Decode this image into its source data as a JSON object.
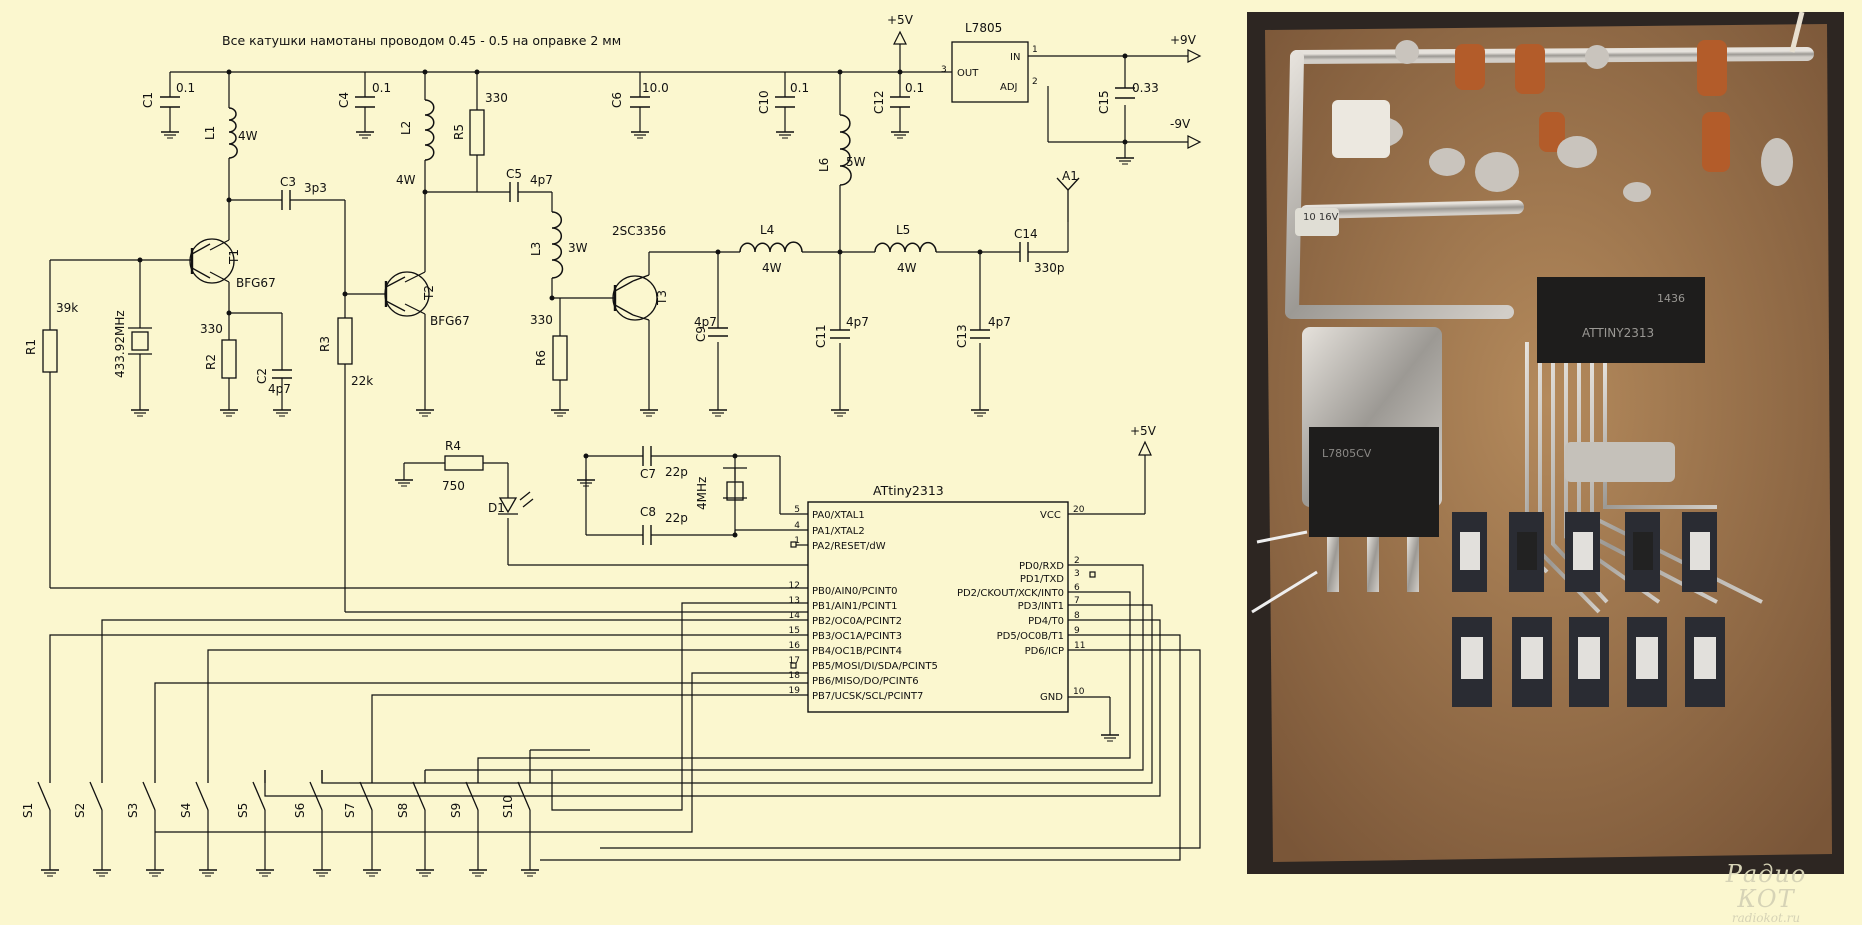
{
  "diagram": {
    "note": "Все катушки намотаны проводом 0.45 - 0.5 на оправке 2 мм",
    "power": {
      "plus5": "+5V",
      "regulator": "L7805",
      "reg_pins": {
        "in": "IN",
        "out": "OUT",
        "adj": "ADJ",
        "p1": "1",
        "p2": "2",
        "p3": "3"
      },
      "plus9": "+9V",
      "minus9": "-9V"
    },
    "components": {
      "C1": {
        "ref": "C1",
        "value": "0.1"
      },
      "C4": {
        "ref": "C4",
        "value": "0.1"
      },
      "C6": {
        "ref": "C6",
        "value": "10.0"
      },
      "C10": {
        "ref": "C10",
        "value": "0.1"
      },
      "C12": {
        "ref": "C12",
        "value": "0.1"
      },
      "C15": {
        "ref": "C15",
        "value": "0.33"
      },
      "L1": {
        "ref": "L1",
        "value": "4W"
      },
      "L2": {
        "ref": "L2",
        "value": "4W"
      },
      "R5": {
        "ref": "R5",
        "value": "330"
      },
      "C3": {
        "ref": "C3",
        "value": "3p3"
      },
      "C5": {
        "ref": "C5",
        "value": "4p7"
      },
      "L3": {
        "ref": "L3",
        "value": "3W"
      },
      "L6": {
        "ref": "L6",
        "value": "5W"
      },
      "T1": {
        "ref": "T1",
        "value": "BFG67"
      },
      "T2": {
        "ref": "T2",
        "value": "BFG67"
      },
      "T3": {
        "ref": "T3",
        "value": "2SC3356"
      },
      "L4": {
        "ref": "L4",
        "value": "4W"
      },
      "L5": {
        "ref": "L5",
        "value": "4W"
      },
      "C14": {
        "ref": "C14",
        "value": "330p"
      },
      "A1": {
        "ref": "A1"
      },
      "R1": {
        "ref": "R1",
        "value": "39k"
      },
      "X1": {
        "value": "433.92MHz"
      },
      "R2": {
        "ref": "R2",
        "value": "330"
      },
      "C2": {
        "ref": "C2",
        "value": "4p7"
      },
      "R3": {
        "ref": "R3",
        "value": "22k"
      },
      "R6": {
        "ref": "R6",
        "value": "330"
      },
      "C9": {
        "ref": "C9",
        "value": "4p7"
      },
      "C11": {
        "ref": "C11",
        "value": "4p7"
      },
      "C13": {
        "ref": "C13",
        "value": "4p7"
      },
      "R4": {
        "ref": "R4",
        "value": "750"
      },
      "D1": {
        "ref": "D1"
      },
      "C7": {
        "ref": "C7",
        "value": "22p"
      },
      "C8": {
        "ref": "C8",
        "value": "22p"
      },
      "X2": {
        "value": "4MHz"
      }
    },
    "mcu": {
      "name": "ATtiny2313",
      "vcc": "VCC",
      "vcc_pin": "20",
      "gnd": "GND",
      "gnd_pin": "10",
      "plus5": "+5V",
      "left_pins": [
        {
          "num": "5",
          "name": "PA0/XTAL1"
        },
        {
          "num": "4",
          "name": "PA1/XTAL2"
        },
        {
          "num": "1",
          "name": "PA2/RESET/dW"
        },
        {
          "num": "12",
          "name": "PB0/AIN0/PCINT0"
        },
        {
          "num": "13",
          "name": "PB1/AIN1/PCINT1"
        },
        {
          "num": "14",
          "name": "PB2/OC0A/PCINT2"
        },
        {
          "num": "15",
          "name": "PB3/OC1A/PCINT3"
        },
        {
          "num": "16",
          "name": "PB4/OC1B/PCINT4"
        },
        {
          "num": "17",
          "name": "PB5/MOSI/DI/SDA/PCINT5"
        },
        {
          "num": "18",
          "name": "PB6/MISO/DO/PCINT6"
        },
        {
          "num": "19",
          "name": "PB7/UCSK/SCL/PCINT7"
        }
      ],
      "right_pins": [
        {
          "num": "2",
          "name": "PD0/RXD"
        },
        {
          "num": "3",
          "name": "PD1/TXD"
        },
        {
          "num": "6",
          "name": "PD2/CKOUT/XCK/INT0"
        },
        {
          "num": "7",
          "name": "PD3/INT1"
        },
        {
          "num": "8",
          "name": "PD4/T0"
        },
        {
          "num": "9",
          "name": "PD5/OC0B/T1"
        },
        {
          "num": "11",
          "name": "PD6/ICP"
        }
      ]
    },
    "switches": [
      "S1",
      "S2",
      "S3",
      "S4",
      "S5",
      "S6",
      "S7",
      "S8",
      "S9",
      "S10"
    ]
  },
  "photo": {
    "chip_label": "ATTINY2313",
    "chip_code": "1436",
    "regulator_label": "L7805CV",
    "cap_label": "10\n16V"
  },
  "watermark": {
    "main": "Радио КОТ",
    "sub": "radiokot.ru"
  }
}
